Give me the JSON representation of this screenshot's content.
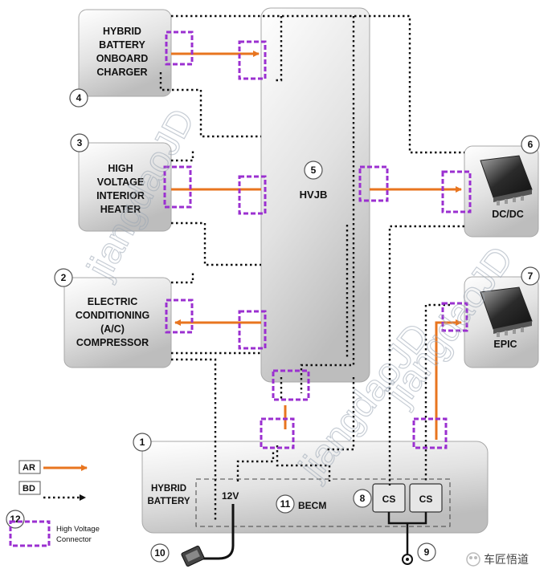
{
  "components": {
    "charger": [
      "HYBRID",
      "BATTERY",
      "ONBOARD",
      "CHARGER"
    ],
    "heater": [
      "HIGH",
      "VOLTAGE",
      "INTERIOR",
      "HEATER"
    ],
    "compressor": [
      "ELECTRIC",
      "CONDITIONING",
      "(A/C)",
      "COMPRESSOR"
    ],
    "hvjb": "HVJB",
    "dcdc": "DC/DC",
    "epic": "EPIC",
    "battery": [
      "HYBRID",
      "BATTERY"
    ],
    "becm": "BECM",
    "voltage12": "12V",
    "cs_left": "CS",
    "cs_right": "CS"
  },
  "callouts": {
    "n1": "1",
    "n2": "2",
    "n3": "3",
    "n4": "4",
    "n5": "5",
    "n6": "6",
    "n7": "7",
    "n8": "8",
    "n9": "9",
    "n10": "10",
    "n11": "11",
    "n12": "12"
  },
  "legend": {
    "ar": "AR",
    "bd": "BD",
    "connector": [
      "High Voltage",
      "Connector"
    ]
  },
  "watermark": {
    "text1": "jiangdaoJD",
    "text2": "jiangdaoJD",
    "text3": "jiangdaoJD",
    "brand": "车匠悟道"
  },
  "colors": {
    "ar_line": "#e8751f",
    "connector": "#9b30d0",
    "box_fill": "#dcdcdc"
  }
}
